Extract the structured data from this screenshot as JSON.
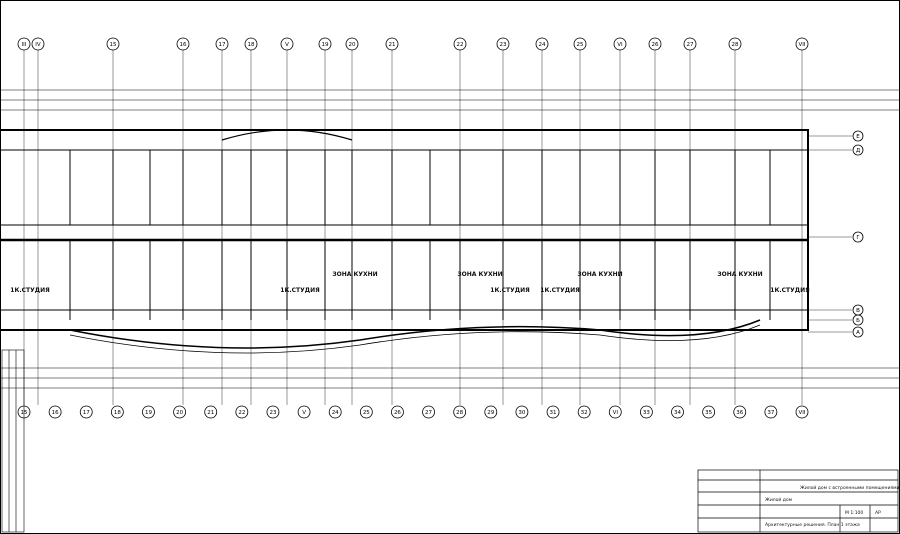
{
  "top_axes": [
    "III",
    "IV",
    "15",
    "16",
    "17",
    "18",
    "V",
    "19",
    "20",
    "21",
    "22",
    "23",
    "24",
    "25",
    "VI",
    "26",
    "27",
    "28",
    "VII"
  ],
  "bottom_axes": [
    "15",
    "16",
    "17",
    "18",
    "19",
    "20",
    "21",
    "22",
    "23",
    "V",
    "24",
    "25",
    "26",
    "27",
    "28",
    "29",
    "30",
    "31",
    "32",
    "VI",
    "33",
    "34",
    "35",
    "36",
    "37",
    "VII"
  ],
  "row_axes": [
    "E",
    "Д",
    "Г",
    "В",
    "Б",
    "А"
  ],
  "rooms_studio": [
    "1К.СТУДИЯ",
    "1К.СТУДИЯ",
    "1К.СТУДИЯ",
    "1К.СТУДИЯ",
    "1К.СТУДИЯ"
  ],
  "rooms_kitchen": [
    "ЗОНА КУХНИ",
    "ЗОНА КУХНИ",
    "ЗОНА КУХНИ",
    "ЗОНА КУХНИ"
  ],
  "title_block": {
    "line1": "Жилой дом с встроенными помещениями",
    "line2": "Жилой дом",
    "line3": "Архитектурные решения. План 1 этажа",
    "scale": "М 1:100",
    "sheet": "АР"
  }
}
